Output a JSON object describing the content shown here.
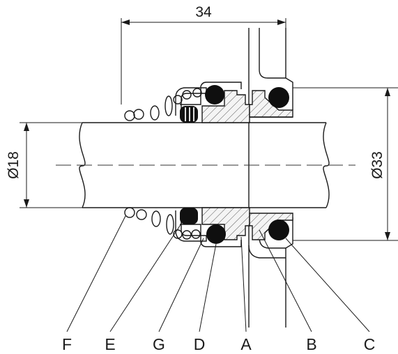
{
  "dimensions": {
    "length": "34",
    "shaft_diameter": "Ø18",
    "outer_diameter": "Ø33"
  },
  "labels": [
    "F",
    "E",
    "G",
    "D",
    "A",
    "B",
    "C"
  ],
  "colors": {
    "line": "#1a1a1a",
    "oring": "#0f0f0f",
    "hatch_face": "#d8d8d8"
  }
}
